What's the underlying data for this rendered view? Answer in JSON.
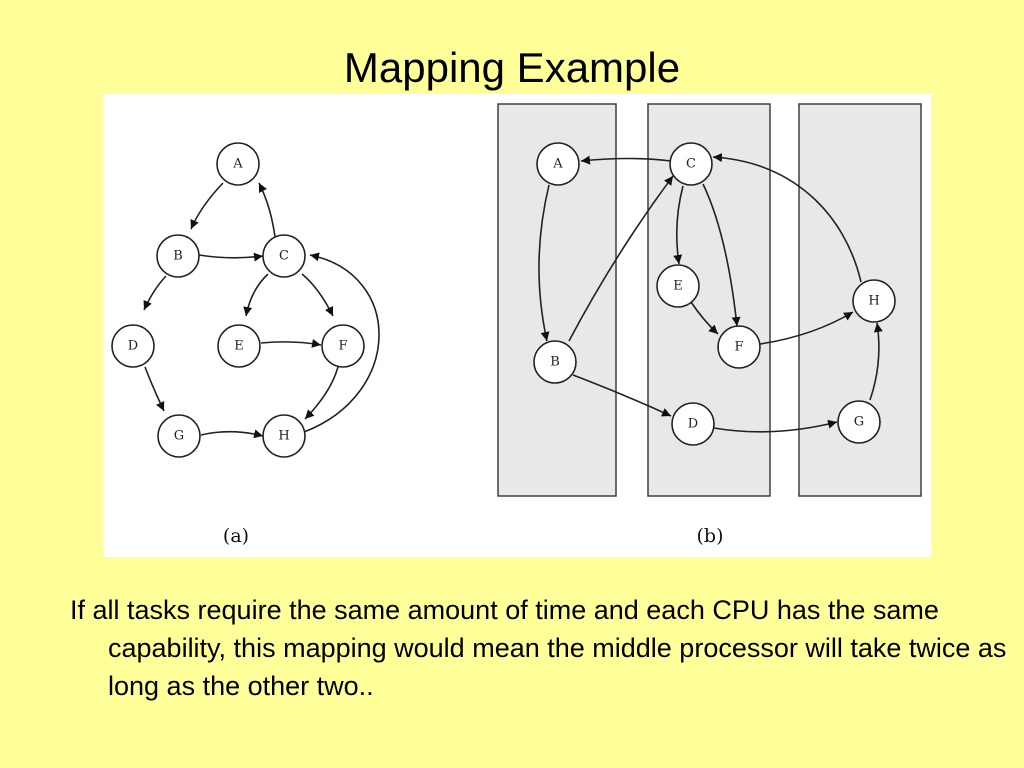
{
  "title": "Mapping Example",
  "figure": {
    "graph_a": {
      "caption": "(a)",
      "nodes": [
        "A",
        "B",
        "C",
        "D",
        "E",
        "F",
        "G",
        "H"
      ],
      "edges": [
        [
          "A",
          "B"
        ],
        [
          "C",
          "A"
        ],
        [
          "B",
          "C"
        ],
        [
          "B",
          "D"
        ],
        [
          "C",
          "E"
        ],
        [
          "C",
          "F"
        ],
        [
          "E",
          "F"
        ],
        [
          "D",
          "G"
        ],
        [
          "G",
          "H"
        ],
        [
          "F",
          "H"
        ],
        [
          "H",
          "C"
        ]
      ]
    },
    "graph_b": {
      "caption": "(b)",
      "processors": 3,
      "nodes": [
        "A",
        "B",
        "C",
        "D",
        "E",
        "F",
        "G",
        "H"
      ],
      "edges": [
        [
          "C",
          "A"
        ],
        [
          "A",
          "B"
        ],
        [
          "B",
          "C"
        ],
        [
          "C",
          "E"
        ],
        [
          "C",
          "F"
        ],
        [
          "E",
          "F"
        ],
        [
          "B",
          "D"
        ],
        [
          "D",
          "G"
        ],
        [
          "G",
          "H"
        ],
        [
          "F",
          "H"
        ],
        [
          "H",
          "C"
        ]
      ]
    }
  },
  "body_text": "If all tasks require the same amount of time and each CPU has the same capability, this mapping would mean the middle processor will take twice as long as the other two.."
}
